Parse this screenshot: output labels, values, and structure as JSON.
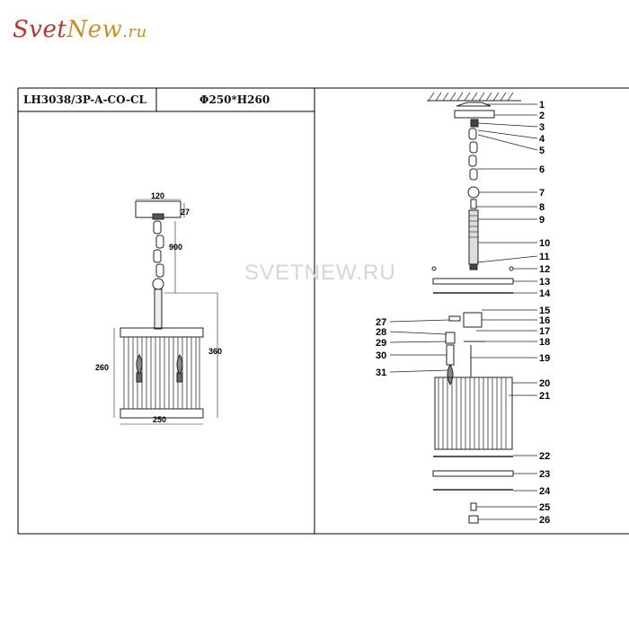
{
  "logo": {
    "svet": "Svet",
    "new": "New",
    "ru": ".ru"
  },
  "header": {
    "model": "LH3038/3P-A-CO-CL",
    "size": "Φ250*H260"
  },
  "watermark": "SVETNEW.RU",
  "dimensions": {
    "canopy_width": "120",
    "canopy_height": "27",
    "chain_length": "900",
    "total_height": "360",
    "body_height": "260",
    "body_width": "250"
  },
  "parts": [
    "1",
    "2",
    "3",
    "4",
    "5",
    "6",
    "7",
    "8",
    "9",
    "10",
    "11",
    "12",
    "13",
    "14",
    "15",
    "16",
    "17",
    "18",
    "19",
    "20",
    "21",
    "22",
    "23",
    "24",
    "25",
    "26",
    "27",
    "28",
    "29",
    "30",
    "31"
  ]
}
